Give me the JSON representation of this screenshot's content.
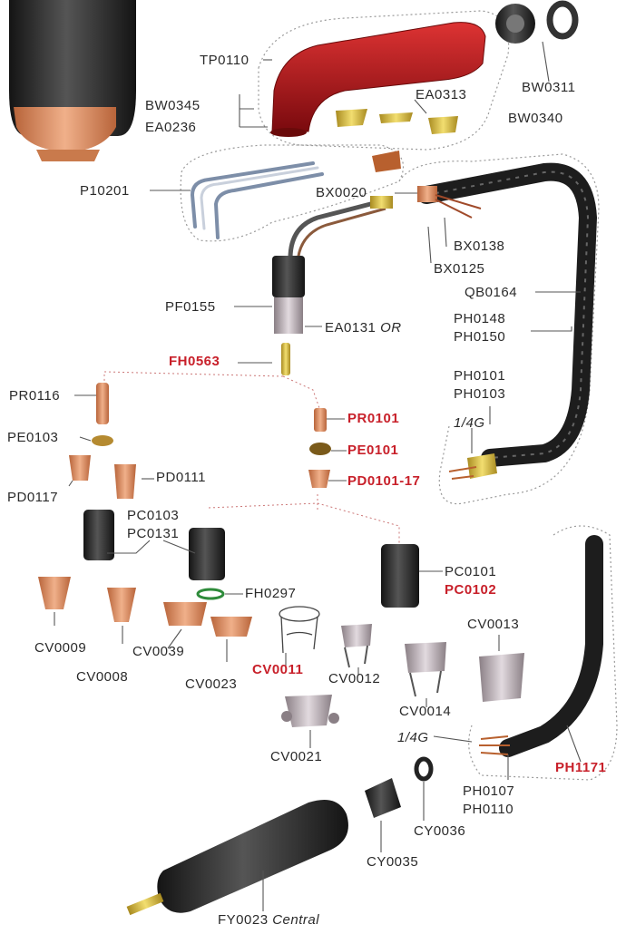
{
  "colors": {
    "label_text": "#2a2a2a",
    "highlight_red": "#c8202a",
    "torch_handle_red": "#b0151c",
    "copper": "#d9875a",
    "brass": "#d8b840",
    "black_part": "#2b2b2b",
    "leader_line": "#555555",
    "dotted_outline": "#9a9a9a"
  },
  "labels": {
    "tp0110": "TP0110",
    "bw0311": "BW0311",
    "bw0345": "BW0345",
    "ea0236": "EA0236",
    "ea0313": "EA0313",
    "bw0340": "BW0340",
    "p10201": "P10201",
    "bx0020": "BX0020",
    "bx0138": "BX0138",
    "bx0125": "BX0125",
    "qb0164": "QB0164",
    "pf0155": "PF0155",
    "ea0131": "EA0131",
    "ea0131_or": "OR",
    "ph0148": "PH0148",
    "ph0150": "PH0150",
    "fh0563": "FH0563",
    "pr0116": "PR0116",
    "ph0101": "PH0101",
    "ph0103": "PH0103",
    "size_14g_top": "1/4G",
    "pr0101": "PR0101",
    "pe0103": "PE0103",
    "pe0101": "PE0101",
    "pd0117": "PD0117",
    "pd0111": "PD0111",
    "pd0101_17": "PD0101-17",
    "pc0103": "PC0103",
    "pc0131": "PC0131",
    "pc0101": "PC0101",
    "pc0102": "PC0102",
    "fh0297": "FH0297",
    "cv0013": "CV0013",
    "cv0009": "CV0009",
    "cv0039": "CV0039",
    "cv0011": "CV0011",
    "cv0012": "CV0012",
    "cv0008": "CV0008",
    "cv0023": "CV0023",
    "cv0014": "CV0014",
    "size_14g_bottom": "1/4G",
    "cv0021": "CV0021",
    "ph1171": "PH1171",
    "ph0107": "PH0107",
    "ph0110": "PH0110",
    "cy0036": "CY0036",
    "cy0035": "CY0035",
    "fy0023": "FY0023",
    "fy0023_central": "Central"
  }
}
